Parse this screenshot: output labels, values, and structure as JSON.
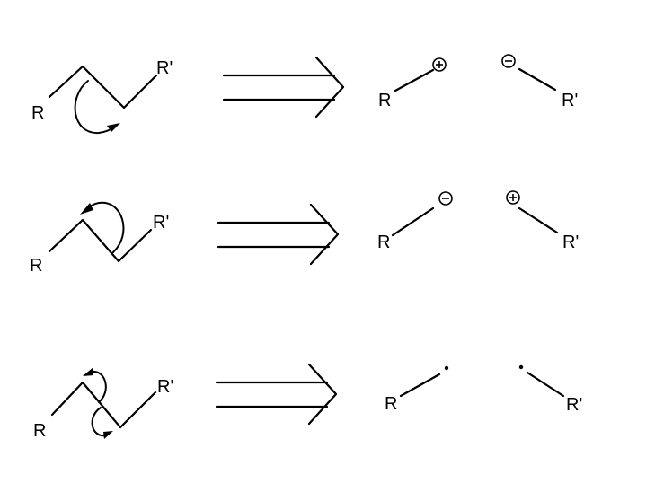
{
  "rows": [
    {
      "mode": "heterolytic-left-cation",
      "substrate": {
        "left_label": "R",
        "right_label": "R'"
      },
      "products": {
        "left_label": "R",
        "left_charge": "positive",
        "right_label": "R'",
        "right_charge": "negative"
      }
    },
    {
      "mode": "heterolytic-left-anion",
      "substrate": {
        "left_label": "R",
        "right_label": "R'"
      },
      "products": {
        "left_label": "R",
        "left_charge": "negative",
        "right_label": "R'",
        "right_charge": "positive"
      }
    },
    {
      "mode": "homolytic",
      "substrate": {
        "left_label": "R",
        "right_label": "R'"
      },
      "products": {
        "left_label": "R",
        "left_charge": "radical",
        "right_label": "R'",
        "right_charge": "radical"
      }
    }
  ],
  "icons": {
    "retro_arrow": "retrosynthetic-double-arrow-icon",
    "curly_arrow": "curved-arrow-icon",
    "fishhook_arrow": "fishhook-arrow-icon",
    "plus_charge": "positive-charge-icon",
    "minus_charge": "negative-charge-icon",
    "radical_dot": "radical-dot-icon"
  },
  "colors": {
    "ink": "#000000",
    "background": "#ffffff"
  }
}
